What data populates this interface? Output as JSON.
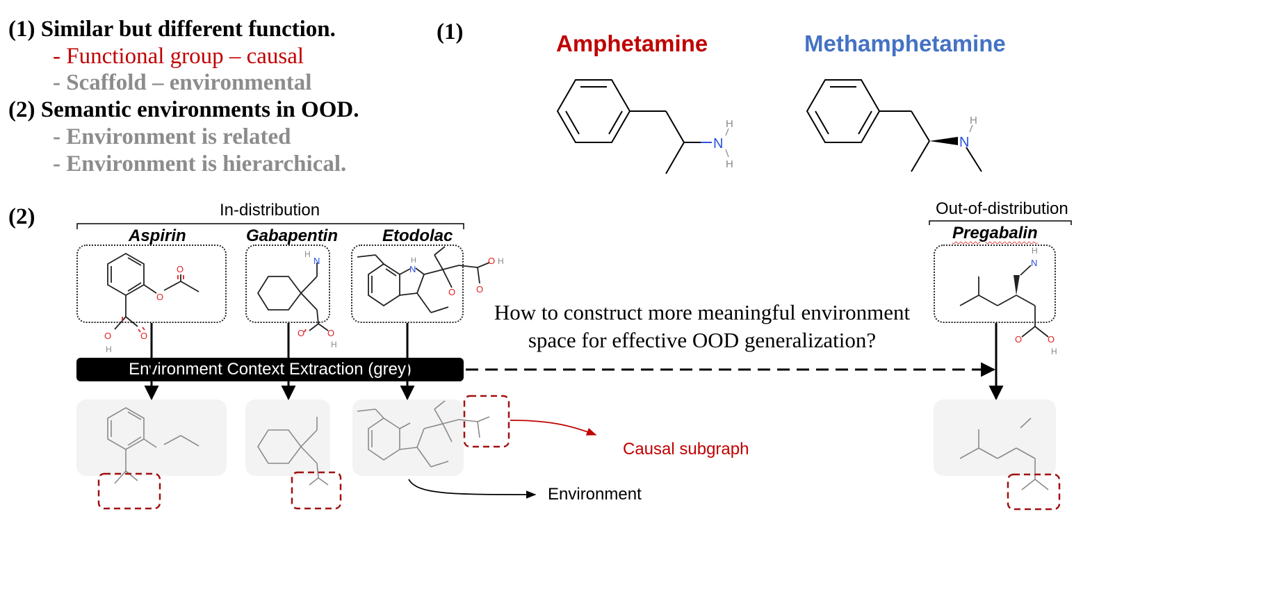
{
  "left_text": {
    "line1": "(1) Similar but different function.",
    "line2": "- Functional group – causal",
    "line3": "- Scaffold – environmental",
    "line4": "(2) Semantic environments in OOD.",
    "line5": "- Environment is related",
    "line6": "- Environment is hierarchical."
  },
  "panel1": {
    "label": "(1)",
    "mol_a": "Amphetamine",
    "mol_b": "Methamphetamine"
  },
  "panel2": {
    "label": "(2)",
    "in_dist_label": "In-distribution",
    "ood_label": "Out-of-distribution",
    "drugs": [
      "Aspirin",
      "Gabapentin",
      "Etodolac"
    ],
    "ood_drug": "Pregabalin",
    "banner": "Environment Context Extraction (grey)",
    "question": "How to construct more meaningful environment space for effective OOD generalization?",
    "causal": "Causal subgraph",
    "environment": "Environment"
  },
  "atoms": {
    "N": "N",
    "H": "H",
    "O": "O"
  },
  "colors": {
    "causal_red": "#c00000",
    "mol_b_blue": "#4472c4",
    "grey_text": "#8c8c8c",
    "oxygen": "#e02020",
    "nitrogen": "#2850e0",
    "dash_red": "#a01010"
  }
}
